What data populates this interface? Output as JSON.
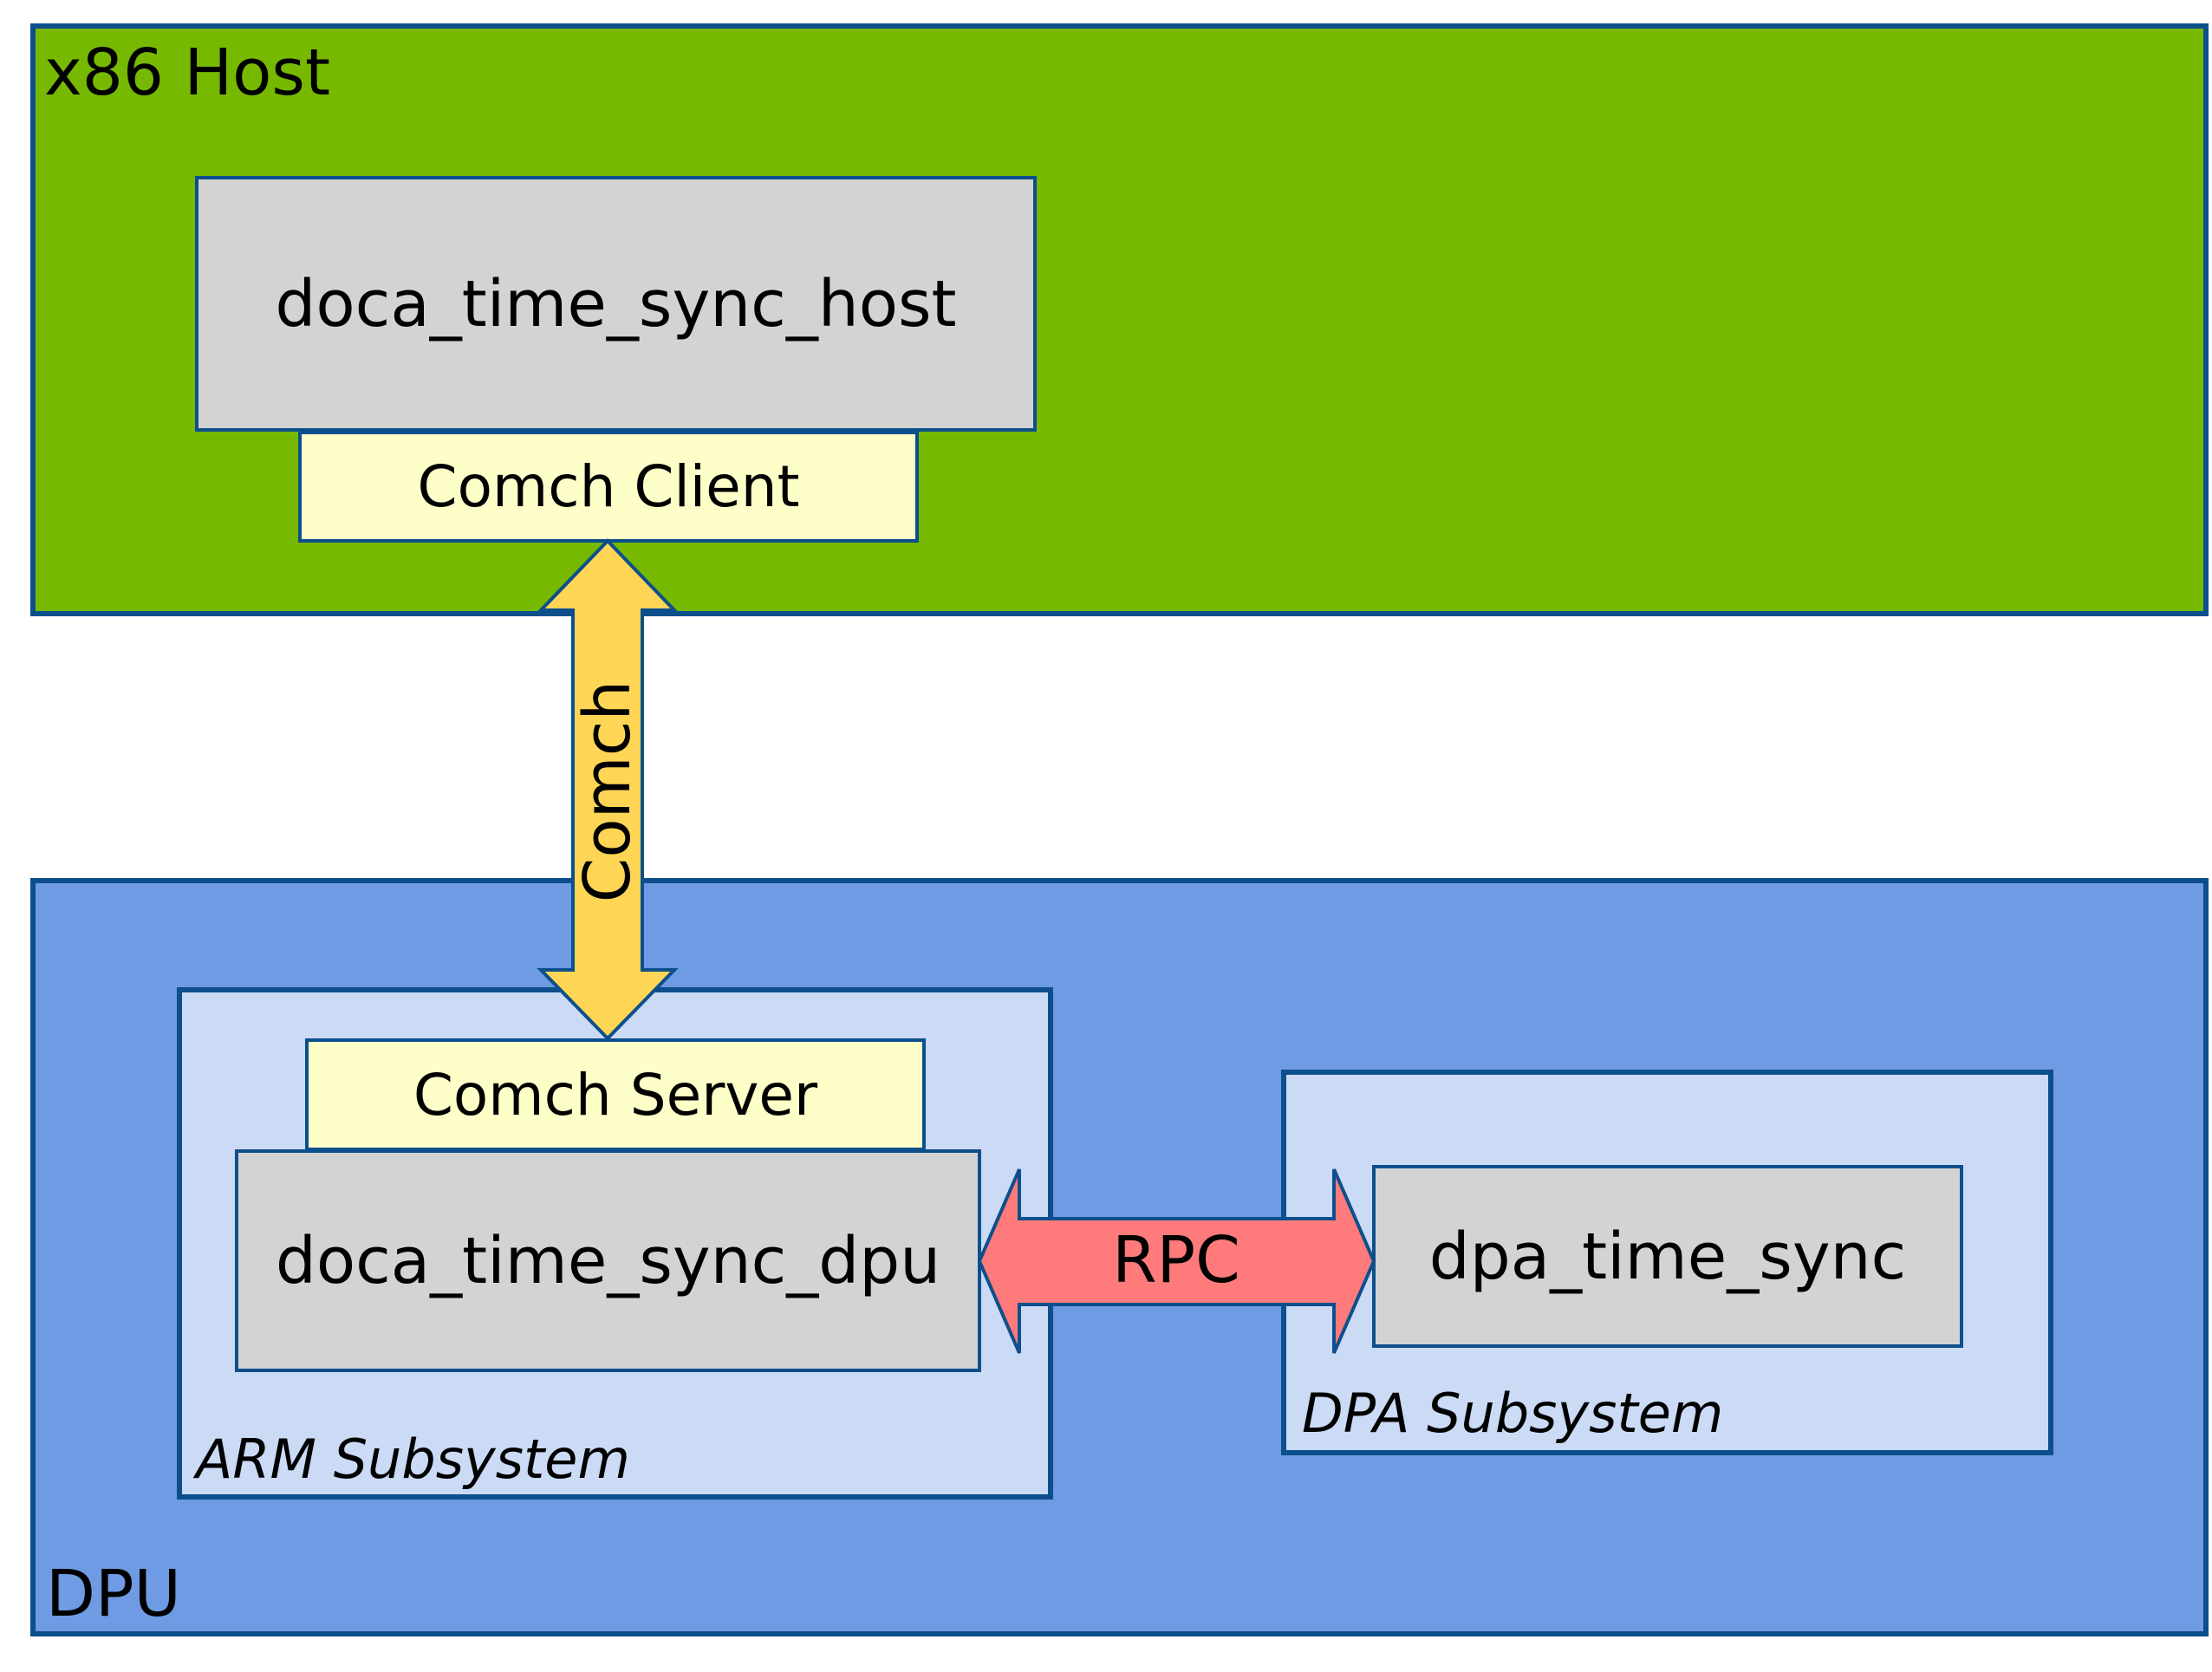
{
  "colors": {
    "host_fill": "#77b900",
    "dpu_fill": "#6f9ae4",
    "subsystem_fill": "#cbdaf5",
    "component_fill": "#d3d3d3",
    "comch_endpoint_fill": "#fefec8",
    "border": "#0d4f8c",
    "comch_arrow_fill": "#ffd555",
    "rpc_arrow_fill": "#ff7b7b"
  },
  "host": {
    "label": "x86 Host",
    "app_label": "doca_time_sync_host",
    "client_label": "Comch Client"
  },
  "dpu": {
    "label": "DPU",
    "arm": {
      "label": "ARM Subsystem",
      "server_label": "Comch Server",
      "app_label": "doca_time_sync_dpu"
    },
    "dpa": {
      "label": "DPA Subsystem",
      "app_label": "dpa_time_sync"
    }
  },
  "links": {
    "comch_label": "Comch",
    "rpc_label": "RPC"
  }
}
